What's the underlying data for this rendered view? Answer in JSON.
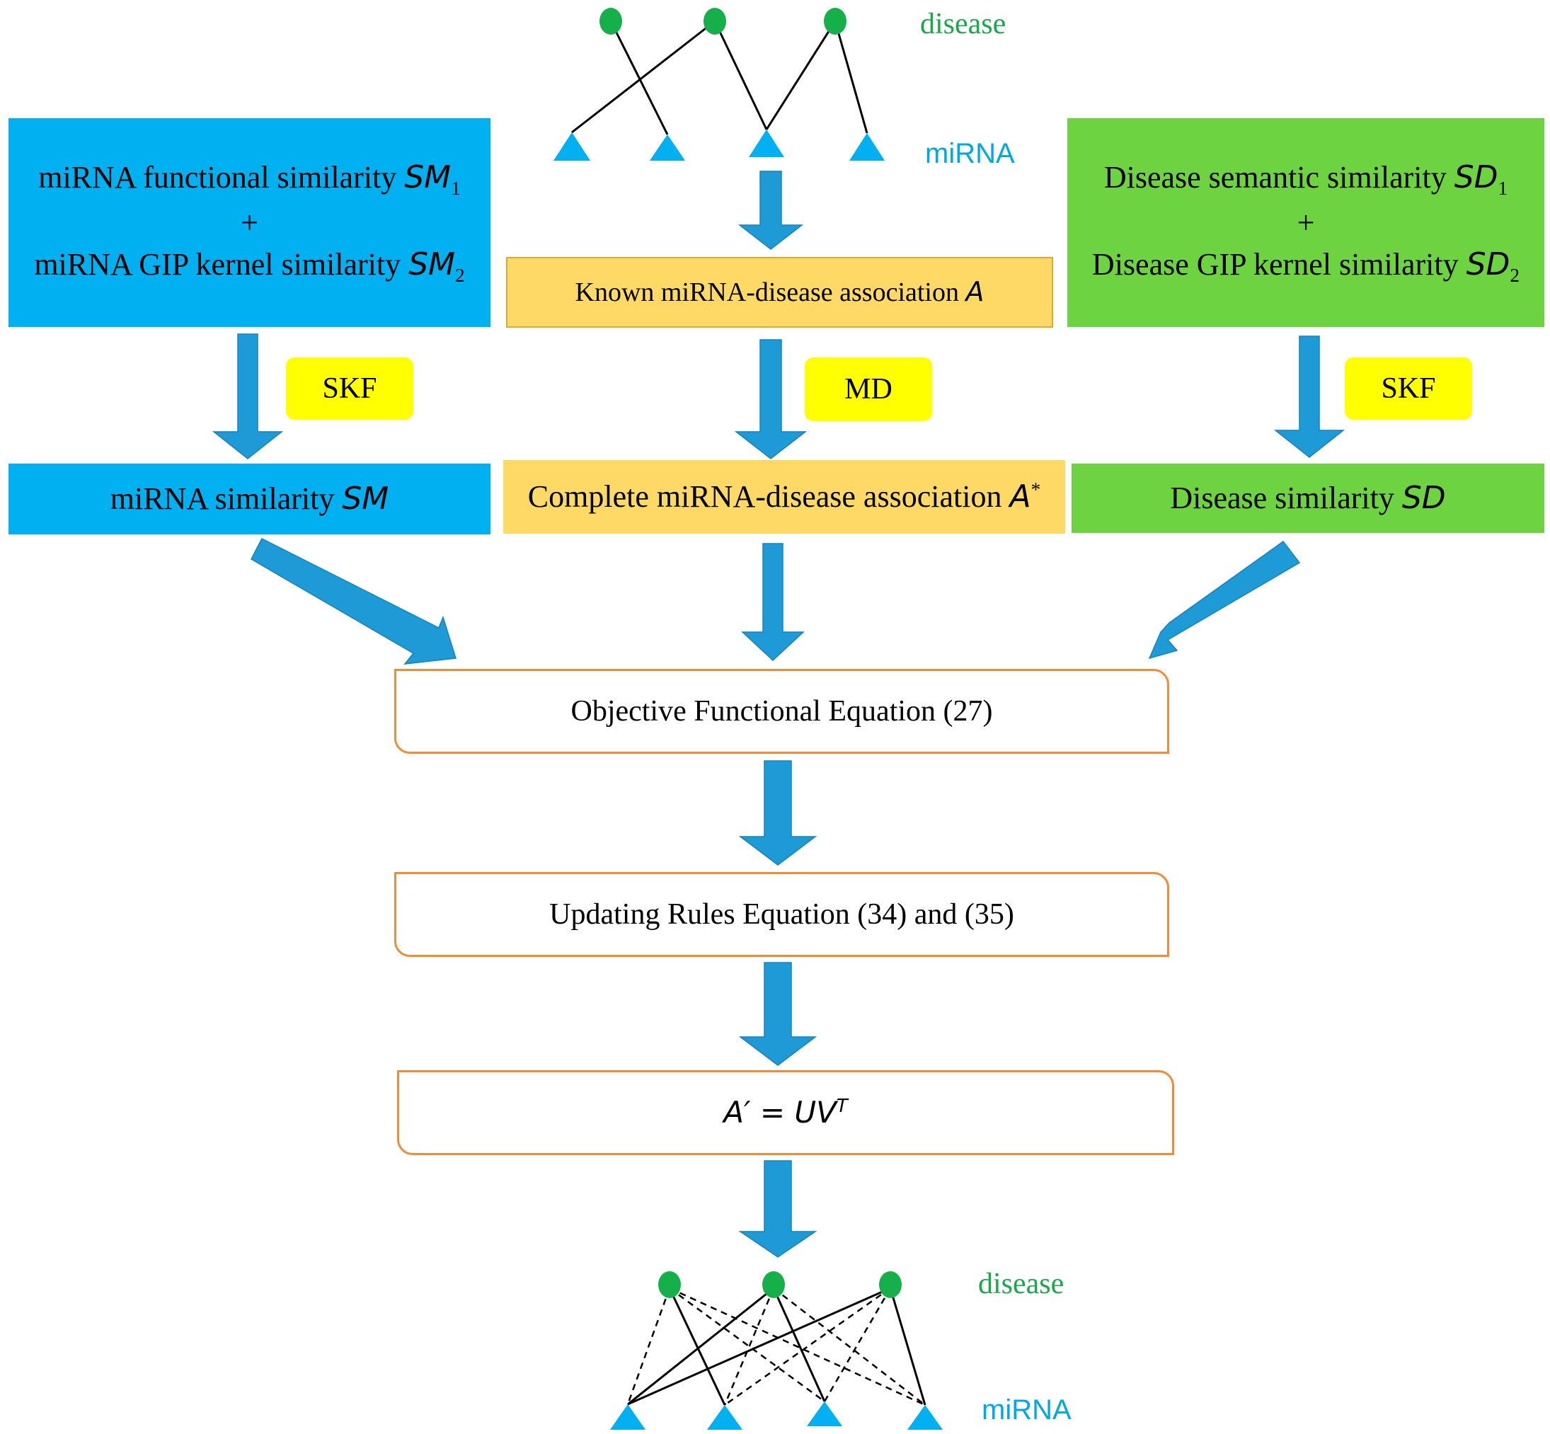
{
  "top_network": {
    "disease_label": "disease",
    "mirna_label": "miRNA"
  },
  "left_box": {
    "line1_text": "miRNA functional similarity",
    "line1_symbol": "SM",
    "line1_sub": "1",
    "plus": "+",
    "line2_text": "miRNA GIP kernel similarity",
    "line2_symbol": "SM",
    "line2_sub": "2"
  },
  "center_box": {
    "text": "Known miRNA-disease  association",
    "symbol": "A"
  },
  "right_box": {
    "line1_text": "Disease semantic similarity",
    "line1_symbol": "SD",
    "line1_sub": "1",
    "plus": "+",
    "line2_text": "Disease GIP kernel similarity",
    "line2_symbol": "SD",
    "line2_sub": "2"
  },
  "tags": {
    "left": "SKF",
    "center": "MD",
    "right": "SKF"
  },
  "row2": {
    "left_text": "miRNA similarity",
    "left_symbol": "SM",
    "center_text": "Complete miRNA-disease  association",
    "center_symbol": "A",
    "center_sup": "*",
    "right_text": "Disease similarity",
    "right_symbol": "SD"
  },
  "steps": {
    "objective": "Objective Functional Equation (27)",
    "updating": "Updating Rules Equation (34) and (35)",
    "result_lhs": "A′ = UV",
    "result_sup": "T"
  },
  "bottom_network": {
    "disease_label": "disease",
    "mirna_label": "miRNA"
  },
  "colors": {
    "blue_box": "#00b0f0",
    "green_box": "#6dd341",
    "yellow_box": "#ffd966",
    "tag": "#ffff00",
    "arrow": "#1e9bd7",
    "disease_node": "#16b04a",
    "mirna_node": "#00b0f0",
    "outline": "#f08a3c"
  }
}
